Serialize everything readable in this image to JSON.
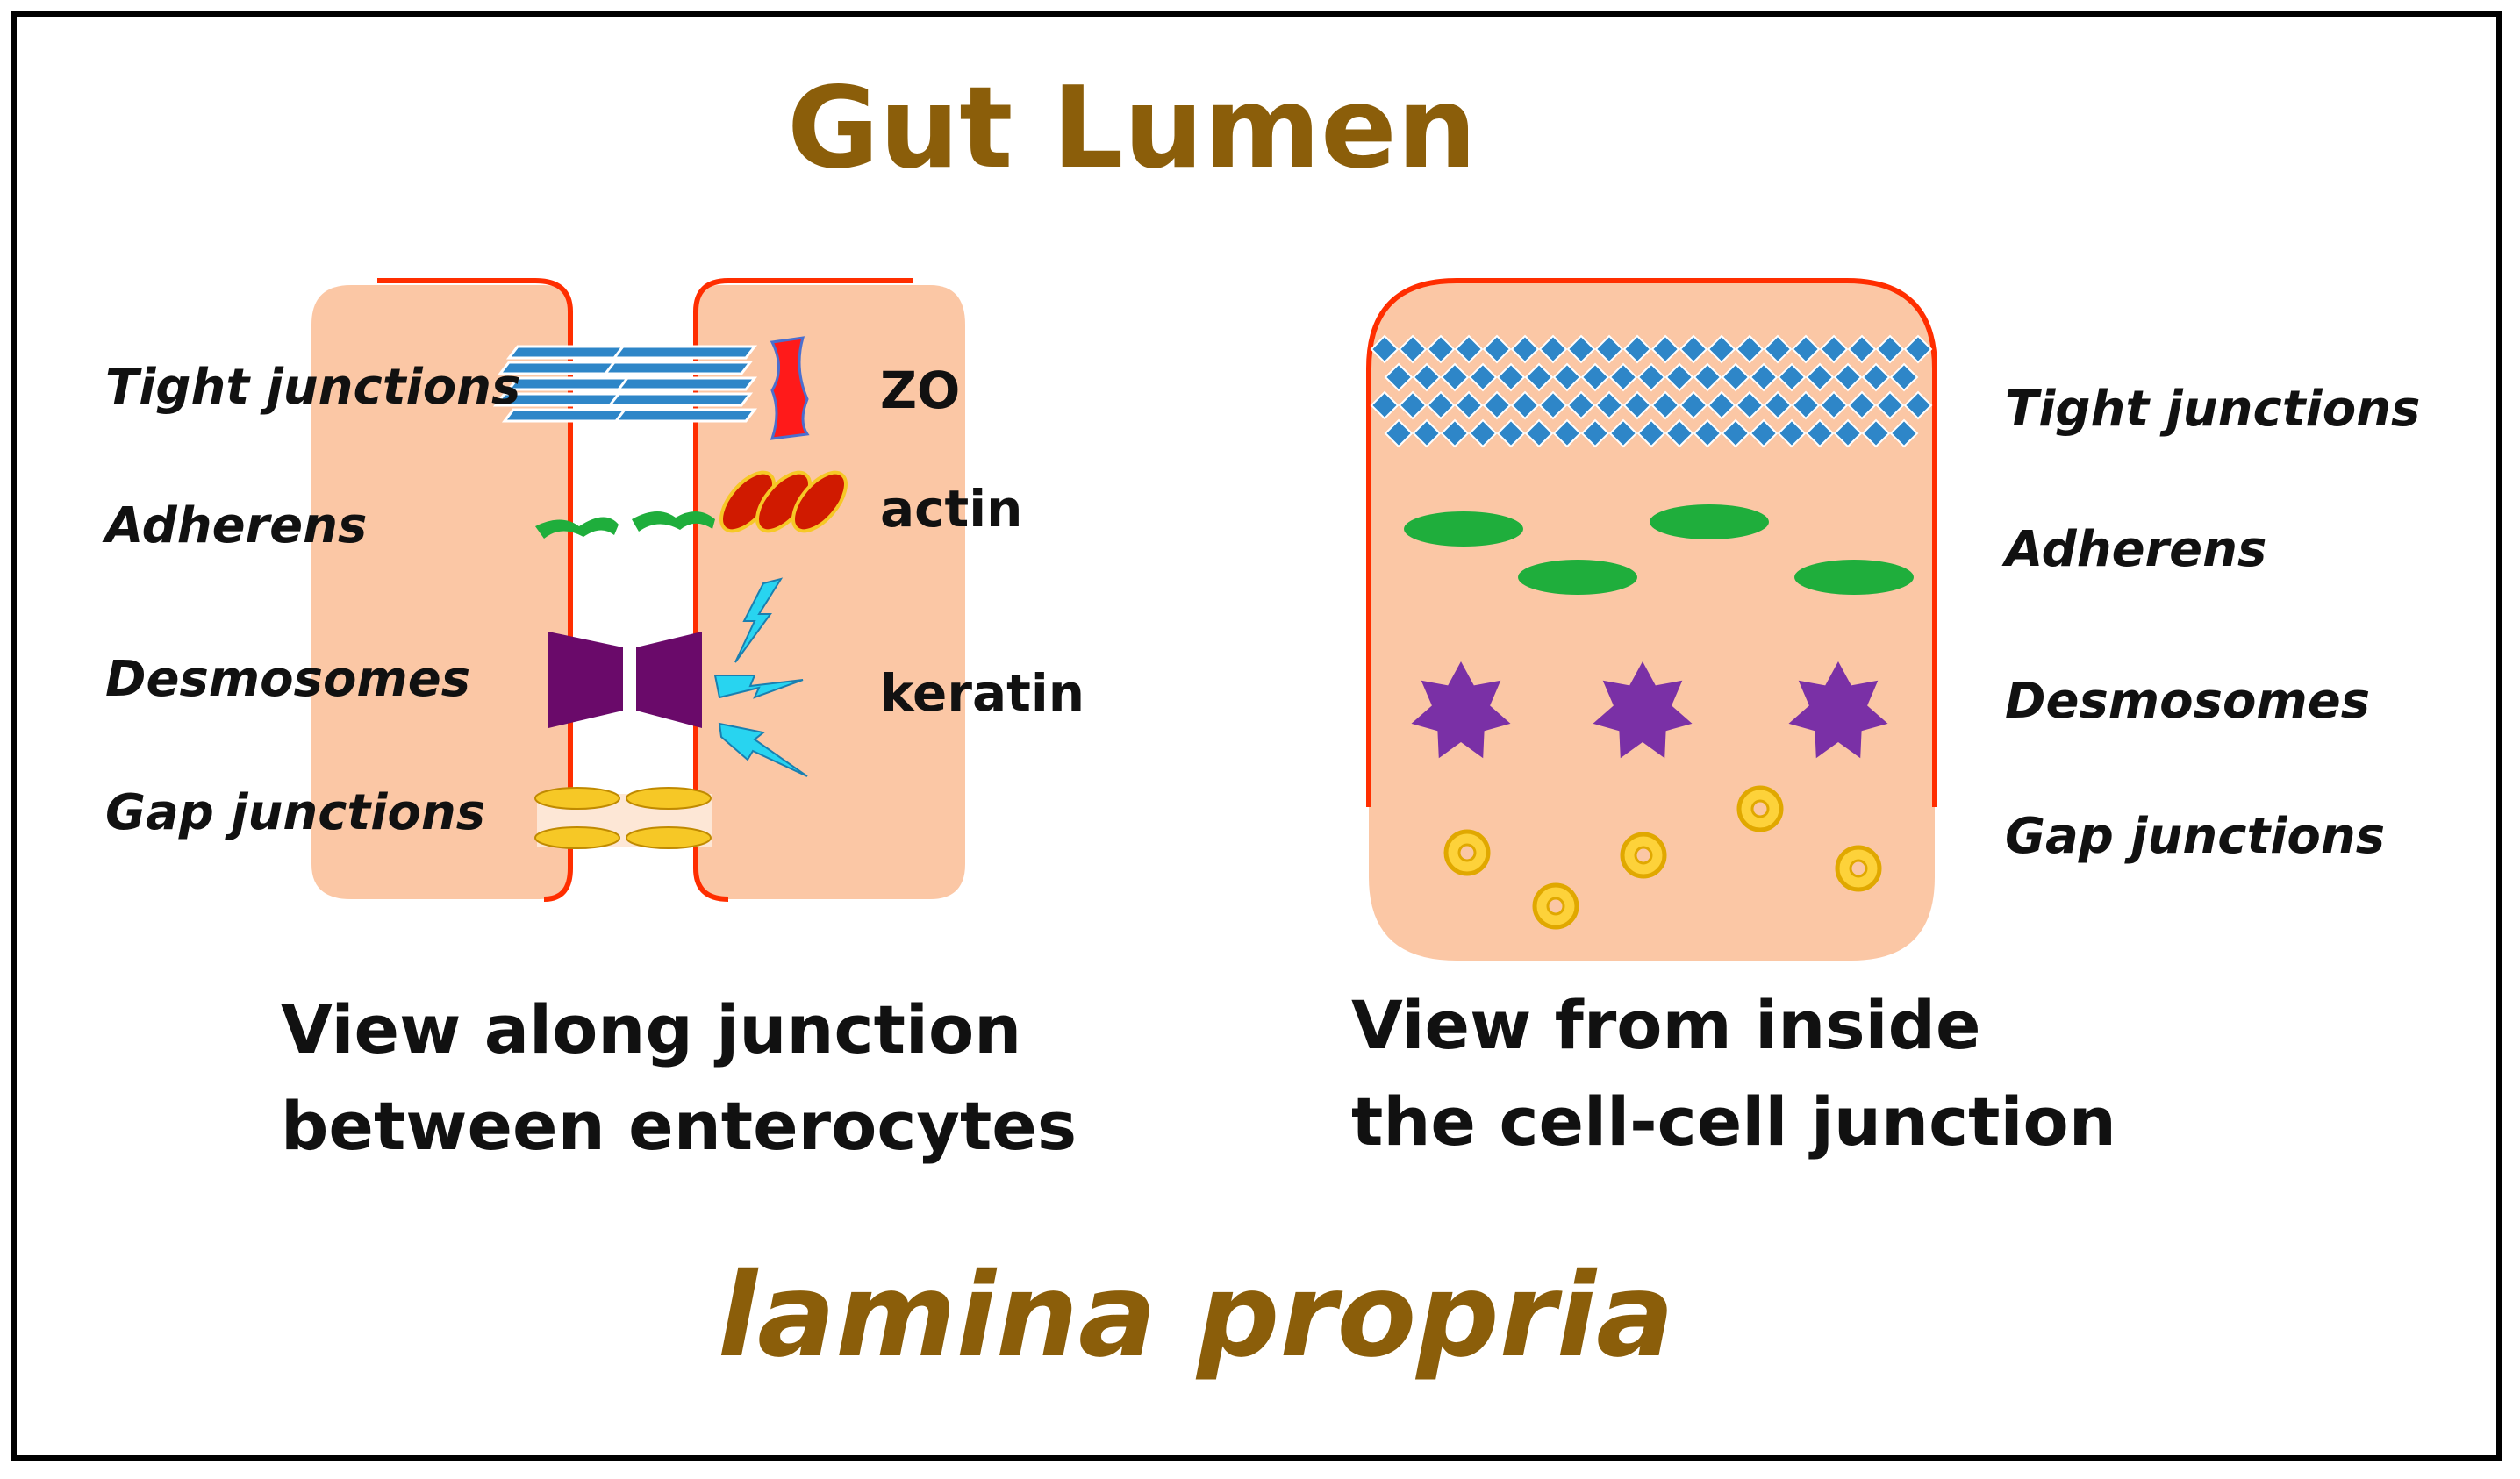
{
  "colors": {
    "cell_fill": "#fbc7a5",
    "membrane": "#ff2e00",
    "title": "#8b5e0a",
    "tight_junction": "#2e86c8",
    "zo": "#ff1a1a",
    "adherens": "#1fae3c",
    "actin": "#d01a00",
    "desmosome_left": "#6a0a6a",
    "desmosome_right": "#7a30a6",
    "keratin": "#28d4f0",
    "gap_junction": "#f6c826"
  },
  "top_label": "Gut Lumen",
  "bottom_label": "lamina propria",
  "left_panel": {
    "labels": {
      "tight": "Tight junctions",
      "adherens": "Adherens",
      "desmosomes": "Desmosomes",
      "gap": "Gap junctions"
    },
    "proteins": {
      "zo": "ZO",
      "actin": "actin",
      "keratin": "keratin"
    },
    "caption_line1": "View along junction",
    "caption_line2": "between enterocytes"
  },
  "right_panel": {
    "labels": {
      "tight": "Tight junctions",
      "adherens": "Adherens",
      "desmosomes": "Desmosomes",
      "gap": "Gap junctions"
    },
    "caption_line1": "View from inside",
    "caption_line2": "the cell-cell junction"
  }
}
